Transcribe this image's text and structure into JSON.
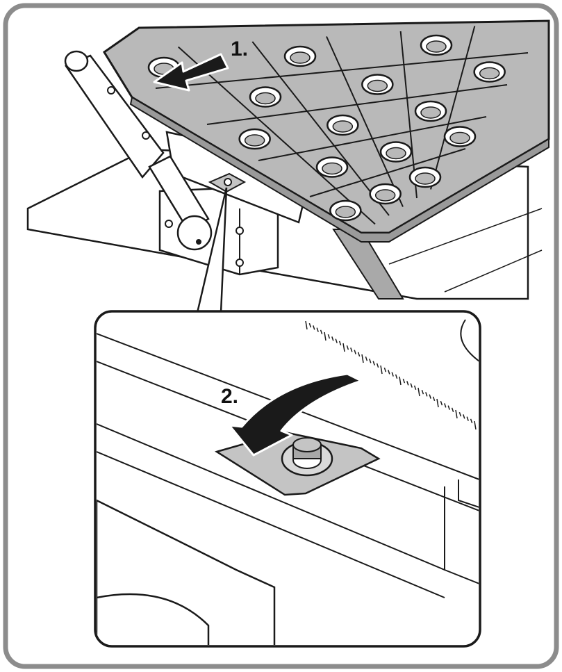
{
  "steps": [
    {
      "label": "1.",
      "icon": "arrow-left-icon"
    },
    {
      "label": "2.",
      "icon": "curved-arrow-icon"
    }
  ],
  "colors": {
    "frame": "#8c8c8c",
    "line": "#1a1a1a",
    "table_top": "#b9b9b9",
    "table_top_shadow": "#9a9a9a",
    "arrow": "#1a1a1a",
    "tab": "#c4c4c4",
    "background": "#ffffff"
  },
  "grid": {
    "rows": 5,
    "cols": 6
  }
}
